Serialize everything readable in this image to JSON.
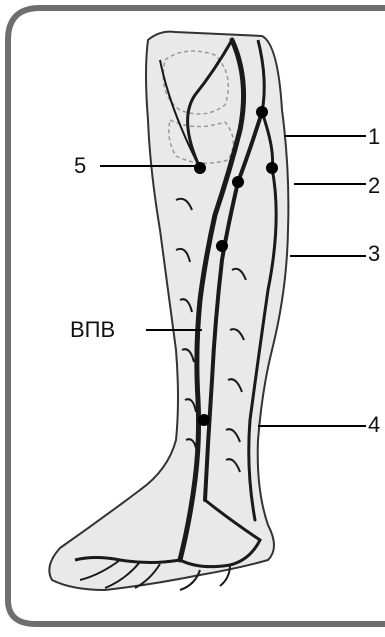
{
  "labels": {
    "one": "1",
    "two": "2",
    "three": "3",
    "four": "4",
    "five": "5",
    "great_saphenous_vein": "ВПВ"
  },
  "colors": {
    "frame": "#6e6e6e",
    "skin": "#e9e9e9",
    "vein": "#1a1a1a",
    "text": "#111111"
  }
}
